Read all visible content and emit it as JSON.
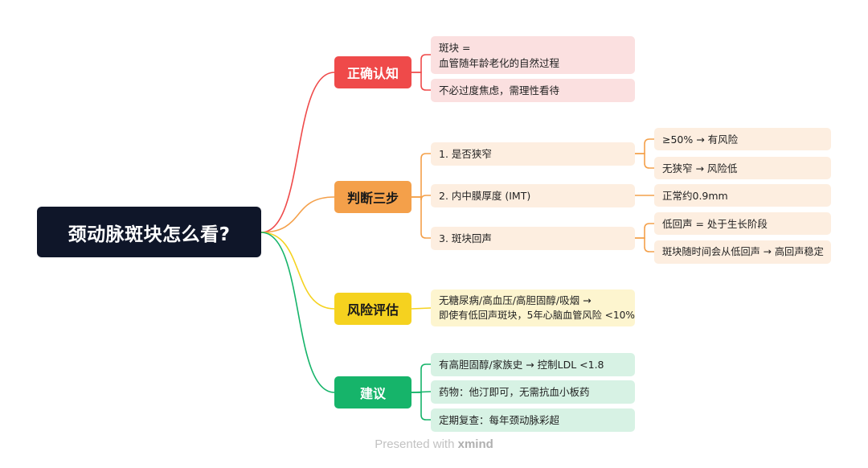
{
  "root": {
    "title": "颈动脉斑块怎么看?"
  },
  "branches": [
    {
      "label": "正确认知",
      "color": "#ef4a4a",
      "items": [
        {
          "lines": [
            "斑块 =",
            "血管随年龄老化的自然过程"
          ]
        },
        {
          "lines": [
            "不必过度焦虑，需理性看待"
          ]
        }
      ]
    },
    {
      "label": "判断三步",
      "color": "#f4a04a",
      "items": [
        {
          "lines": [
            "1. 是否狭窄"
          ],
          "children": [
            "≥50% → 有风险",
            "无狭窄 → 风险低"
          ]
        },
        {
          "lines": [
            "2. 内中膜厚度 (IMT)"
          ],
          "children": [
            "正常约0.9mm"
          ]
        },
        {
          "lines": [
            "3. 斑块回声"
          ],
          "children": [
            "低回声 = 处于生长阶段",
            "斑块随时间会从低回声 → 高回声稳定"
          ]
        }
      ]
    },
    {
      "label": "风险评估",
      "color": "#f5d21f",
      "items": [
        {
          "lines": [
            "无糖尿病/高血压/高胆固醇/吸烟 →",
            "即使有低回声斑块，5年心脑血管风险 <10%"
          ]
        }
      ]
    },
    {
      "label": "建议",
      "color": "#16b46a",
      "items": [
        {
          "lines": [
            "有高胆固醇/家族史 → 控制LDL <1.8"
          ]
        },
        {
          "lines": [
            "药物：他汀即可，无需抗血小板药"
          ]
        },
        {
          "lines": [
            "定期复查：每年颈动脉彩超"
          ]
        }
      ]
    }
  ],
  "watermark": {
    "prefix": "Presented with",
    "brand": "xmind"
  }
}
